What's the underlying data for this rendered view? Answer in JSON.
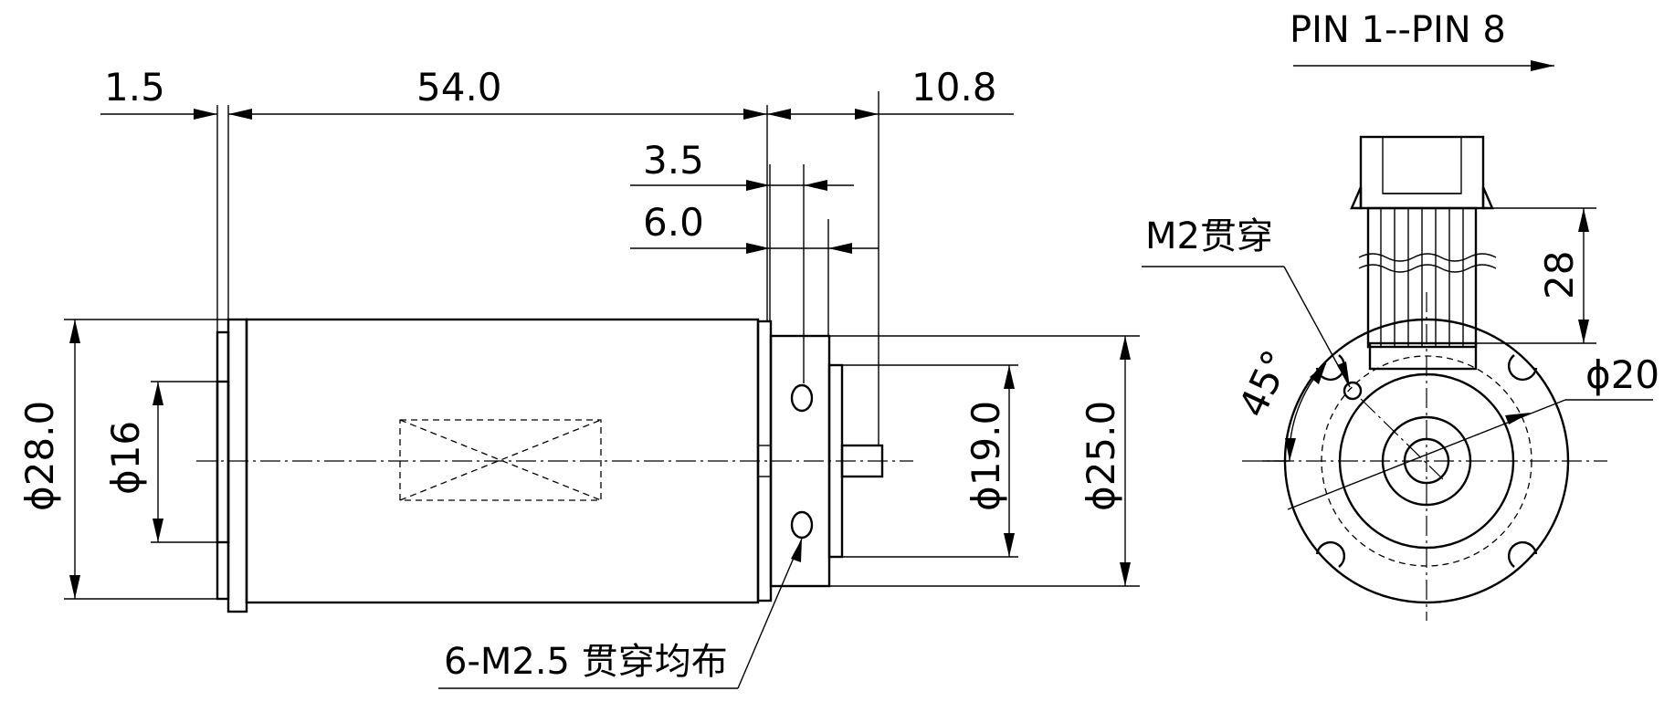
{
  "dimensions": {
    "d_1_5": "1.5",
    "d_54": "54.0",
    "d_10_8": "10.8",
    "d_3_5": "3.5",
    "d_6_0": "6.0",
    "d_phi28": "ϕ28.0",
    "d_phi16": "ϕ16",
    "d_phi19": "ϕ19.0",
    "d_phi25": "ϕ25.0",
    "d_28": "28",
    "d_phi20": "ϕ20",
    "d_45": "45°"
  },
  "notes": {
    "pin_range": "PIN 1--PIN 8",
    "m2_through": "M2贯穿",
    "mounting_holes": "6-M2.5 贯穿均布"
  }
}
